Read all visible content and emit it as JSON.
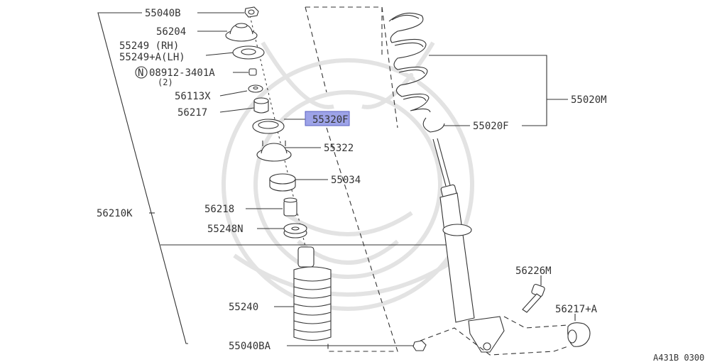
{
  "diagram": {
    "footer_code": "A431B 0300",
    "parts": [
      {
        "id": "nut-top",
        "label": "55040B"
      },
      {
        "id": "cap",
        "label": "56204"
      },
      {
        "id": "seat",
        "label": "55249  (RH)"
      },
      {
        "id": "seat-lh",
        "label": "55249+A(LH)"
      },
      {
        "id": "nut-n",
        "label": "08912-3401A",
        "prefix": "N",
        "qty": "(2)"
      },
      {
        "id": "washer",
        "label": "56113X"
      },
      {
        "id": "bushing",
        "label": "56217"
      },
      {
        "id": "spring-seat",
        "label": "55320F",
        "highlighted": true
      },
      {
        "id": "mount",
        "label": "55322"
      },
      {
        "id": "bearing",
        "label": "55034"
      },
      {
        "id": "bound-bumper",
        "label": "56218"
      },
      {
        "id": "rubber-seat",
        "label": "55248N"
      },
      {
        "id": "strut-assy",
        "label": "56210K"
      },
      {
        "id": "boot",
        "label": "55240"
      },
      {
        "id": "nut-bottom",
        "label": "55040BA"
      },
      {
        "id": "spring",
        "label": "55020M"
      },
      {
        "id": "spring-lower",
        "label": "55020F"
      },
      {
        "id": "bolt",
        "label": "56226M"
      },
      {
        "id": "bushing-lower",
        "label": "56217+A"
      }
    ]
  }
}
